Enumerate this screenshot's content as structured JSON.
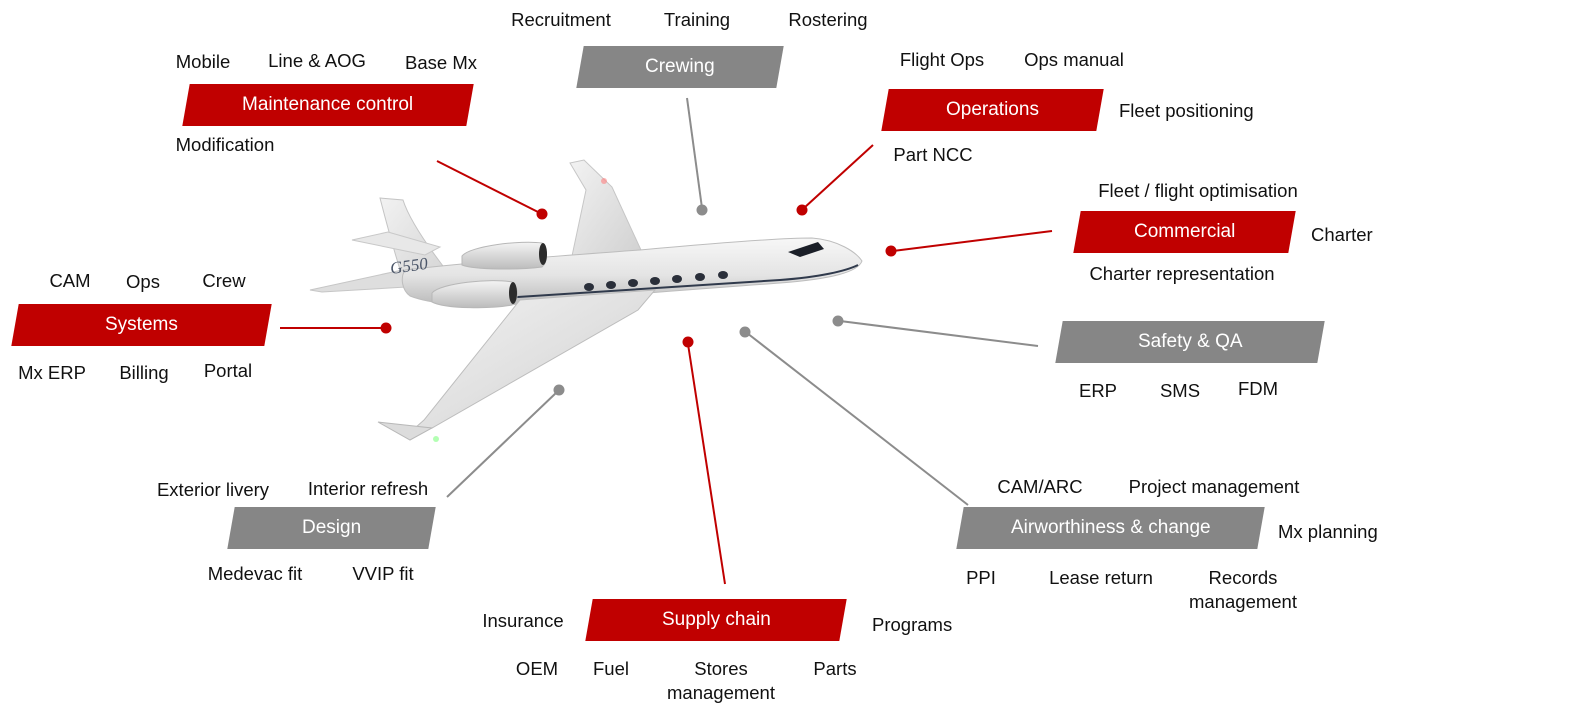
{
  "plane": {
    "livery": "G550"
  },
  "categories": {
    "crewing": {
      "label": "Crewing",
      "color": "#868686",
      "items": [
        "Recruitment",
        "Training",
        "Rostering"
      ]
    },
    "maintenance_control": {
      "label": "Maintenance control",
      "color": "#c00000",
      "items": [
        "Mobile",
        "Line & AOG",
        "Base Mx",
        "Modification"
      ]
    },
    "operations": {
      "label": "Operations",
      "color": "#c00000",
      "items": [
        "Flight Ops",
        "Ops manual",
        "Fleet positioning",
        "Part NCC"
      ]
    },
    "commercial": {
      "label": "Commercial",
      "color": "#c00000",
      "items": [
        "Fleet / flight optimisation",
        "Charter",
        "Charter representation"
      ]
    },
    "systems": {
      "label": "Systems",
      "color": "#c00000",
      "items": [
        "CAM",
        "Ops",
        "Crew",
        "Mx ERP",
        "Billing",
        "Portal"
      ]
    },
    "safety_qa": {
      "label": "Safety & QA",
      "color": "#868686",
      "items": [
        "ERP",
        "SMS",
        "FDM"
      ]
    },
    "design": {
      "label": "Design",
      "color": "#868686",
      "items": [
        "Exterior livery",
        "Interior refresh",
        "Medevac fit",
        "VVIP fit"
      ]
    },
    "airworthiness": {
      "label": "Airworthiness & change",
      "color": "#868686",
      "items": [
        "CAM/ARC",
        "Project management",
        "Mx planning",
        "PPI",
        "Lease return",
        "Records management"
      ]
    },
    "supply_chain": {
      "label": "Supply chain",
      "color": "#c00000",
      "items": [
        "Insurance",
        "Programs",
        "OEM",
        "Fuel",
        "Stores management",
        "Parts"
      ]
    }
  }
}
